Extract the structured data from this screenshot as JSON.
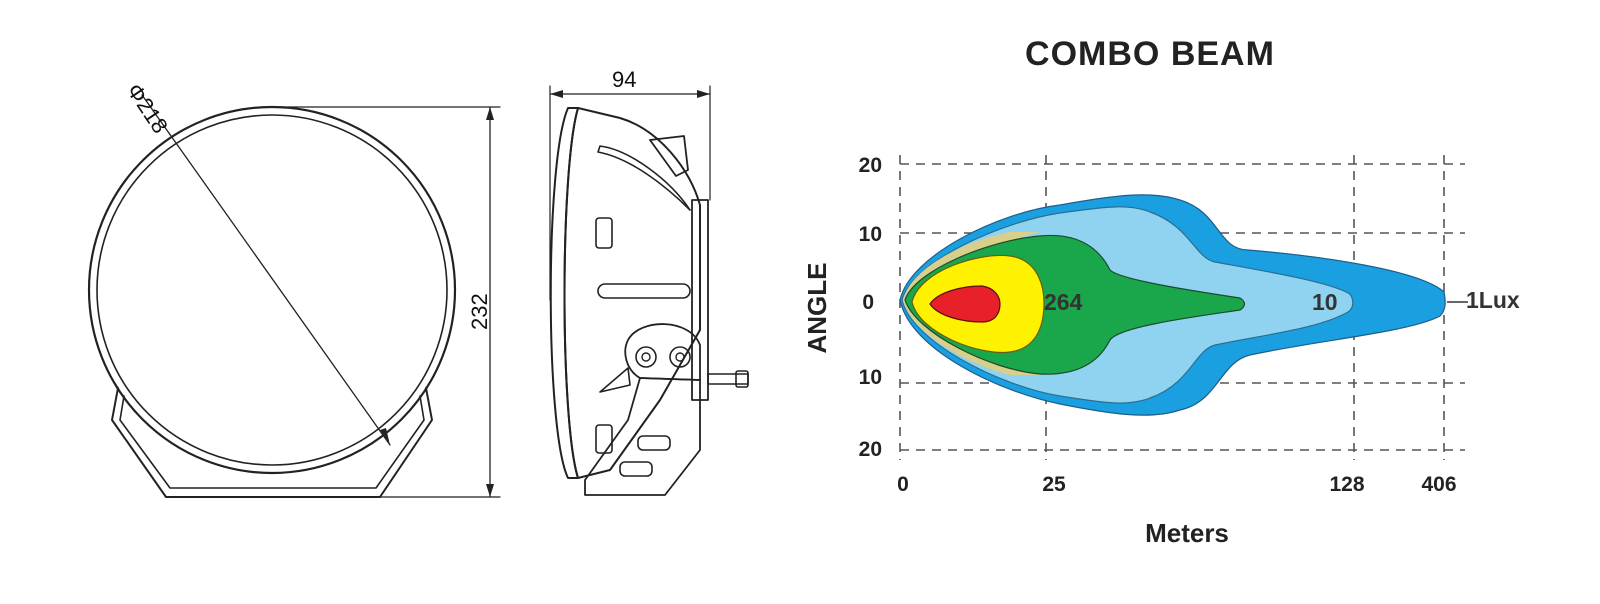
{
  "front_view": {
    "diameter_label": "Φ218",
    "height_label": "232"
  },
  "side_view": {
    "depth_label": "94"
  },
  "chart_data": {
    "type": "area",
    "title": "COMBO  BEAM",
    "xlabel": "Meters",
    "ylabel": "ANGLE",
    "x_ticks": [
      "0",
      "25",
      "128",
      "406"
    ],
    "y_ticks": [
      "20",
      "10",
      "0",
      "10",
      "20"
    ],
    "grid": true,
    "zones": [
      {
        "label": "264",
        "color": "#1aa64a",
        "reach": "25+"
      },
      {
        "label": "10",
        "color": "#8fd3f1",
        "reach": "128"
      },
      {
        "label": "1Lux",
        "color": "#1a9fe0",
        "reach": "406"
      }
    ],
    "colors": {
      "outer_blue": "#1a9fe0",
      "light_blue": "#8fd3f1",
      "tan": "#d8cf8a",
      "green": "#1aa64a",
      "yellow": "#fff200",
      "red": "#e8202a"
    }
  }
}
